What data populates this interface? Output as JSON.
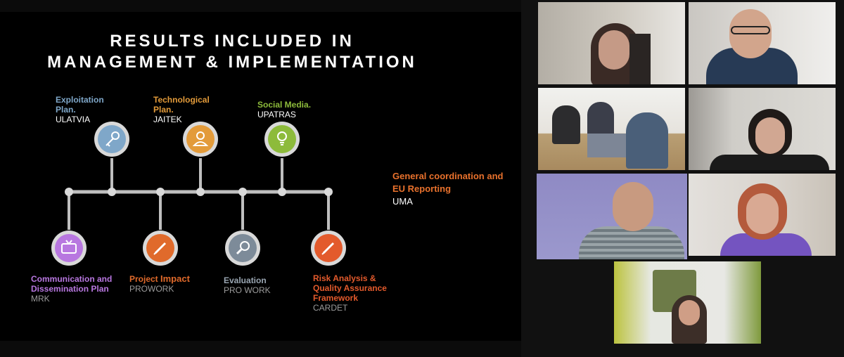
{
  "slide": {
    "title_line1": "RESULTS INCLUDED IN",
    "title_line2": "MANAGEMENT & IMPLEMENTATION",
    "top_items": [
      {
        "title": "Exploitation Plan.",
        "org": "ULATVIA",
        "icon": "key-icon",
        "color": "#7fa7c9"
      },
      {
        "title": "Technological Plan.",
        "org": "JAITEK",
        "icon": "user-icon",
        "color": "#e39b3a"
      },
      {
        "title": "Social Media.",
        "org": "UPATRAS",
        "icon": "lightbulb-icon",
        "color": "#8dbb3b"
      }
    ],
    "bottom_items": [
      {
        "title": "Communication and Dissemination Plan",
        "org": "MRK",
        "icon": "tv-icon",
        "color": "#b877e0"
      },
      {
        "title_prefix": "Project ",
        "title_big": "Impact",
        "org": "PROWORK",
        "icon": "pencil-icon",
        "color": "#e06a2b"
      },
      {
        "title": "Evaluation",
        "org": "PRO WORK",
        "icon": "magnifier-icon",
        "color": "#7d8b99"
      },
      {
        "title": "Risk Analysis & Quality Assurance Framework",
        "org": "CARDET",
        "icon": "pencil-icon",
        "color": "#e35a2c"
      }
    ],
    "side": {
      "title": "General coordination and EU Reporting",
      "org": "UMA",
      "color": "#e8712c"
    }
  },
  "participants": [
    {
      "name": "participant-1"
    },
    {
      "name": "participant-2"
    },
    {
      "name": "participant-3"
    },
    {
      "name": "participant-4"
    },
    {
      "name": "participant-5-active"
    },
    {
      "name": "participant-6"
    },
    {
      "name": "participant-7"
    }
  ]
}
